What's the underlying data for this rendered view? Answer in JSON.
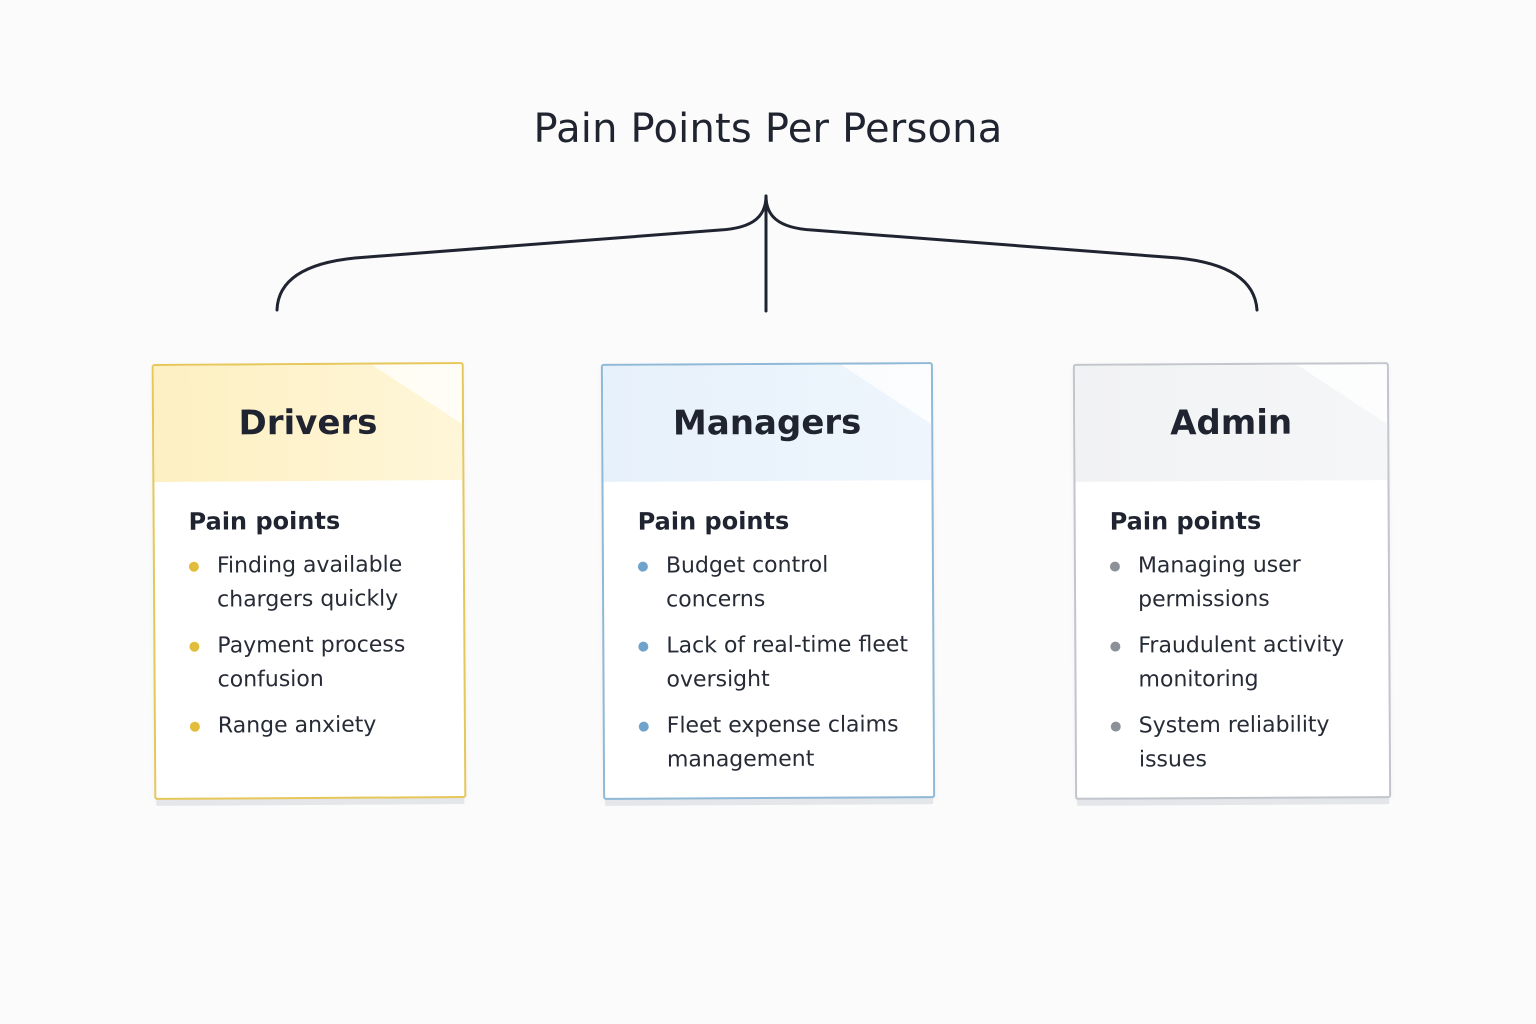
{
  "title": "Pain Points Per Persona",
  "colors": {
    "drivers_accent": "#e2bd3c",
    "managers_accent": "#6fa3cb",
    "admin_accent": "#8c9099",
    "connector": "#1f2430"
  },
  "personas": [
    {
      "name": "Drivers",
      "subhead": "Pain points",
      "points": [
        "Finding available chargers quickly",
        "Payment process confusion",
        "Range anxiety"
      ]
    },
    {
      "name": "Managers",
      "subhead": "Pain points",
      "points": [
        "Budget control concerns",
        "Lack of real-time fleet oversight",
        "Fleet expense claims management"
      ]
    },
    {
      "name": "Admin",
      "subhead": "Pain points",
      "points": [
        "Managing user permissions",
        "Fraudulent activity monitoring",
        "System reliability issues"
      ]
    }
  ]
}
